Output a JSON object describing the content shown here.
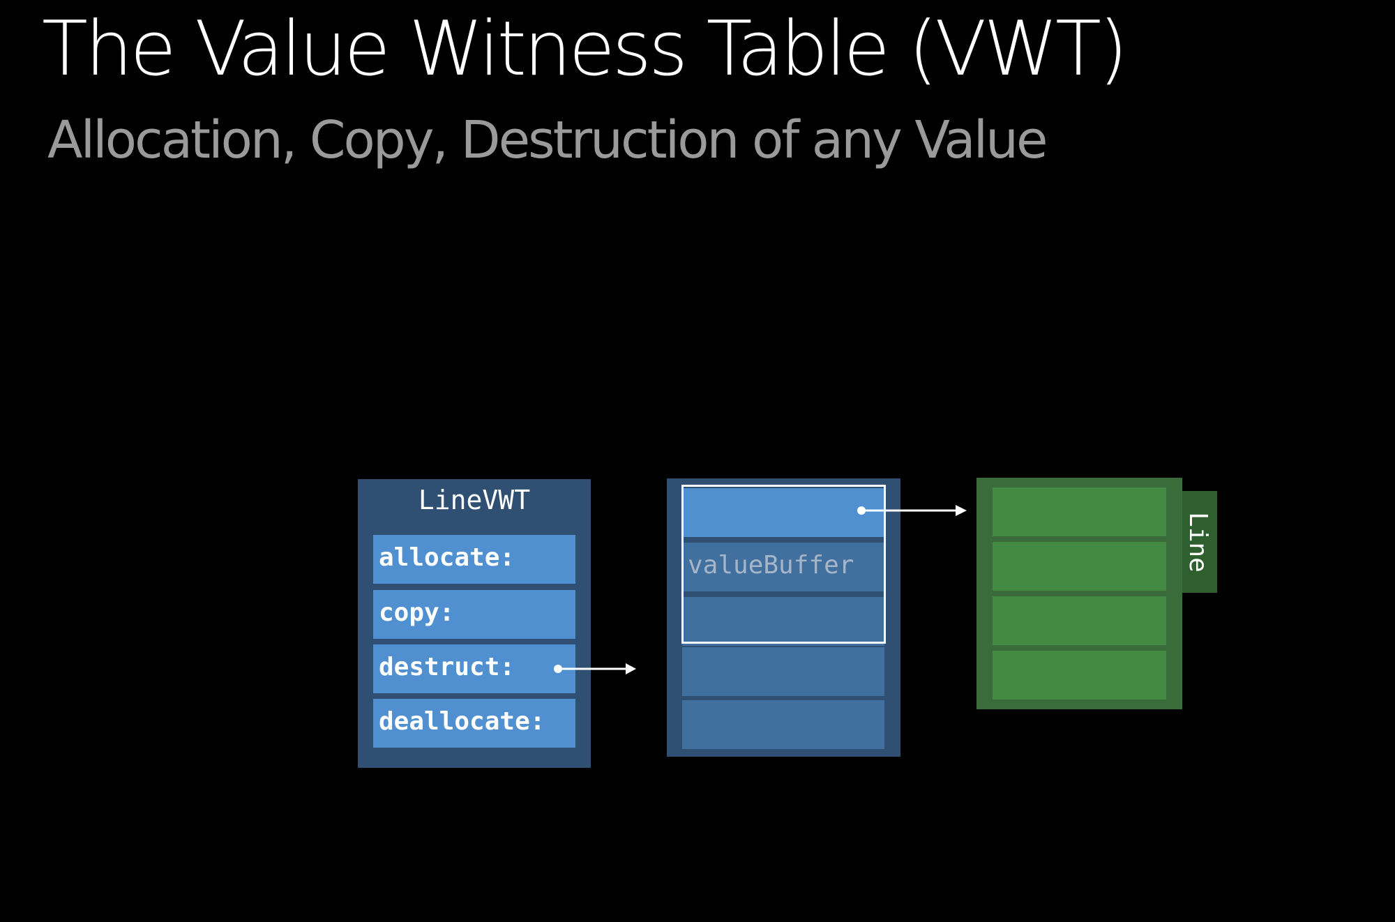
{
  "slide": {
    "title": "The Value Witness Table (VWT)",
    "subtitle": "Allocation, Copy, Destruction of any Value"
  },
  "vwt_table": {
    "header": "LineVWT",
    "entries": [
      {
        "label": "allocate:"
      },
      {
        "label": "copy:"
      },
      {
        "label": "destruct:",
        "highlighted": true
      },
      {
        "label": "deallocate:"
      }
    ]
  },
  "container": {
    "value_buffer_label": "valueBuffer",
    "cell_count": 5
  },
  "line_struct": {
    "tab_label": "Line",
    "cell_count": 4
  },
  "colors": {
    "background": "#000000",
    "blue_dark": "#2f5072",
    "blue_light": "#5190d0",
    "blue_mid": "#41709f",
    "green_dark": "#3a6b3a",
    "green_light": "#438a43",
    "arrow": "#ffffff"
  }
}
